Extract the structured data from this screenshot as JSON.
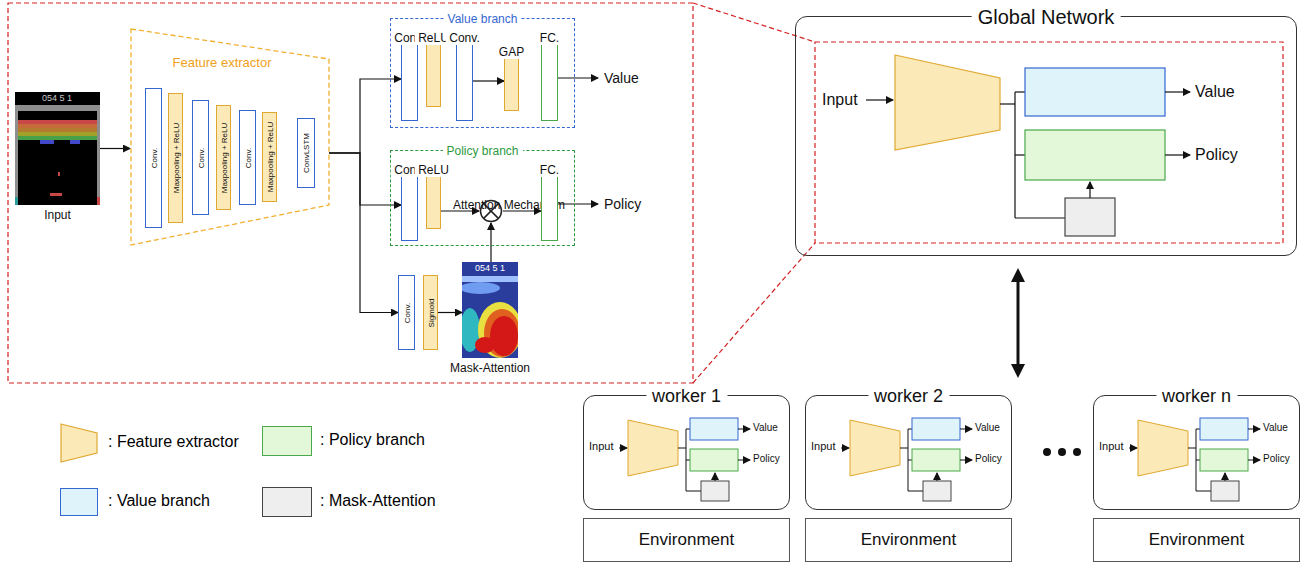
{
  "diagram": {
    "nodes": [
      {
        "text": [
          "Input"
        ]
      },
      {
        "text": [
          "Feature extractor"
        ]
      },
      {
        "text": [
          "Conv."
        ],
        "in": 1
      },
      {
        "text": [
          "Maxpooling + ReLU"
        ],
        "in": 1
      },
      {
        "text": [
          "Conv."
        ],
        "in": 1
      },
      {
        "text": [
          "Maxpooling + ReLU"
        ],
        "in": 1
      },
      {
        "text": [
          "Conv."
        ],
        "in": 1
      },
      {
        "text": [
          "Maxpooling + ReLU"
        ],
        "in": 1
      },
      {
        "text": [
          "ConvLSTM"
        ],
        "in": 1
      },
      {
        "text": [
          "Value branch"
        ]
      },
      {
        "text": [
          "Conv."
        ],
        "in": 9
      },
      {
        "text": [
          "ReLU"
        ],
        "in": 9
      },
      {
        "text": [
          "Conv."
        ],
        "in": 9
      },
      {
        "text": [
          "GAP"
        ],
        "in": 9
      },
      {
        "text": [
          "FC."
        ],
        "in": 9
      },
      {
        "text": [
          "Policy branch"
        ]
      },
      {
        "text": [
          "Conv."
        ],
        "in": 15
      },
      {
        "text": [
          "ReLU"
        ],
        "in": 15
      },
      {
        "text": [
          "Attention Mechanism"
        ],
        "in": 15
      },
      {
        "text": [
          "FC."
        ],
        "in": 15
      },
      {
        "text": [
          "Conv."
        ]
      },
      {
        "text": [
          "Sigmoid"
        ]
      },
      {
        "text": [
          "Mask-Attention"
        ]
      },
      {
        "text": [
          "Global Network"
        ]
      },
      {
        "text": [
          "worker 1"
        ]
      },
      {
        "text": [
          "Environment"
        ]
      },
      {
        "text": [
          "worker 2"
        ]
      },
      {
        "text": [
          "Environment"
        ]
      },
      {
        "text": [
          "worker n"
        ]
      },
      {
        "text": [
          "Environment"
        ]
      }
    ],
    "edges": [
      {
        "from": 0,
        "to": 1,
        "arrow": "to"
      },
      {
        "from": 8,
        "to": 10,
        "arrow": "to"
      },
      {
        "from": 8,
        "to": 16,
        "arrow": "to"
      },
      {
        "from": 8,
        "to": 20,
        "arrow": "to"
      },
      {
        "from": 12,
        "to": 13,
        "arrow": "to"
      },
      {
        "from": 17,
        "to": 18,
        "arrow": "to"
      },
      {
        "from": 18,
        "to": 19,
        "arrow": "to"
      },
      {
        "from": 21,
        "to": 22,
        "arrow": "to"
      },
      {
        "from": 22,
        "to": 18,
        "arrow": "to"
      }
    ],
    "labels": [
      "054 5 1",
      "Value",
      "Policy",
      "054 5 1",
      "Input",
      "Value",
      "Policy",
      "Input",
      "Value",
      "Policy",
      "Input",
      "Value",
      "Policy",
      "Input",
      "Value",
      "Policy"
    ],
    "legend": [
      {
        "text": ": Feature extractor",
        "color": "#fbe9b8"
      },
      {
        "text": ": Policy branch",
        "color": "#e3f7d9"
      },
      {
        "text": ": Value branch",
        "color": "#dff3fb"
      },
      {
        "text": ": Mask-Attention",
        "color": "#eeeeee"
      }
    ]
  }
}
